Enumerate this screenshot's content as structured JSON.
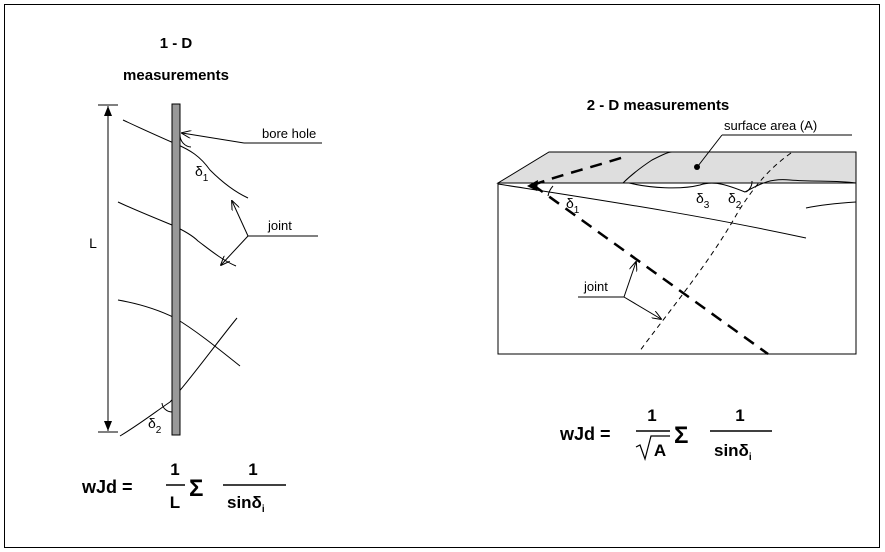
{
  "left_panel": {
    "title_line1": "1 - D",
    "title_line2": "measurements",
    "bore_hole_label": "bore hole",
    "joint_label": "joint",
    "length_label": "L",
    "angle1": {
      "base": "δ",
      "sub": "1"
    },
    "angle2": {
      "base": "δ",
      "sub": "2"
    },
    "formula": {
      "lhs": "wJd =",
      "frac1_num": "1",
      "frac1_den": "L",
      "sum": "Σ",
      "frac2_num": "1",
      "frac2_den_base": "sinδ",
      "frac2_den_sub": "i"
    }
  },
  "right_panel": {
    "title": "2 - D  measurements",
    "surface_label": "surface area   (A)",
    "joint_label": "joint",
    "angle1": {
      "base": "δ",
      "sub": "1"
    },
    "angle2": {
      "base": "δ",
      "sub": "2"
    },
    "angle3": {
      "base": "δ",
      "sub": "3"
    },
    "formula": {
      "lhs": "wJd =",
      "frac1_num": "1",
      "frac1_den": "A",
      "sum": "Σ",
      "frac2_num": "1",
      "frac2_den_base": "sinδ",
      "frac2_den_sub": "i"
    }
  }
}
